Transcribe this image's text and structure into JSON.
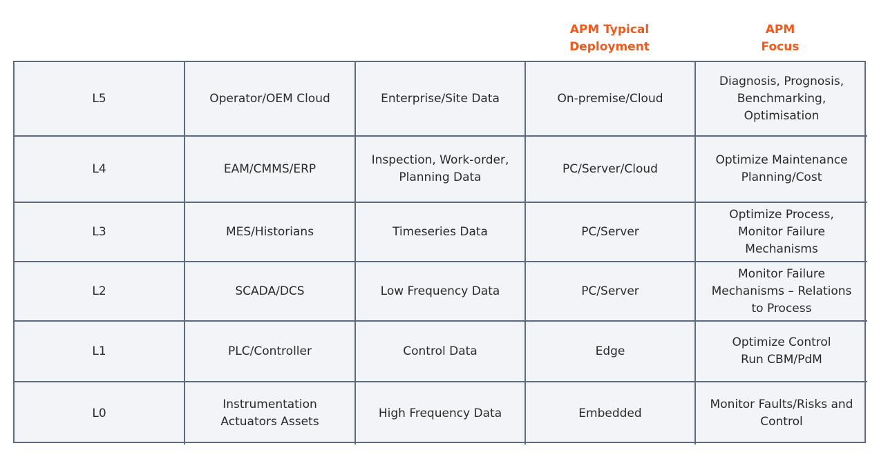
{
  "headers": [
    "",
    "",
    "",
    "APM Typical\nDeployment",
    "APM\nFocus"
  ],
  "rows": [
    [
      "L5",
      "Operator/OEM Cloud",
      "Enterprise/Site Data",
      "On-premise/Cloud",
      "Diagnosis, Prognosis,\nBenchmarking,\nOptimisation"
    ],
    [
      "L4",
      "EAM/CMMS/ERP",
      "Inspection, Work-order,\nPlanning Data",
      "PC/Server/Cloud",
      "Optimize Maintenance\nPlanning/Cost"
    ],
    [
      "L3",
      "MES/Historians",
      "Timeseries Data",
      "PC/Server",
      "Optimize Process,\nMonitor Failure\nMechanisms"
    ],
    [
      "L2",
      "SCADA/DCS",
      "Low Frequency Data",
      "PC/Server",
      "Monitor Failure\nMechanisms – Relations\nto Process"
    ],
    [
      "L1",
      "PLC/Controller",
      "Control Data",
      "Edge",
      "Optimize Control\nRun CBM/PdM"
    ],
    [
      "L0",
      "Instrumentation\nActuators Assets",
      "High Frequency Data",
      "Embedded",
      "Monitor Faults/Risks and\nControl"
    ]
  ],
  "colors": {
    "header_text": "#f05a1c",
    "border": "#5c6b80",
    "cell_background": "#f3f4f8",
    "text": "#2a2a2a"
  }
}
